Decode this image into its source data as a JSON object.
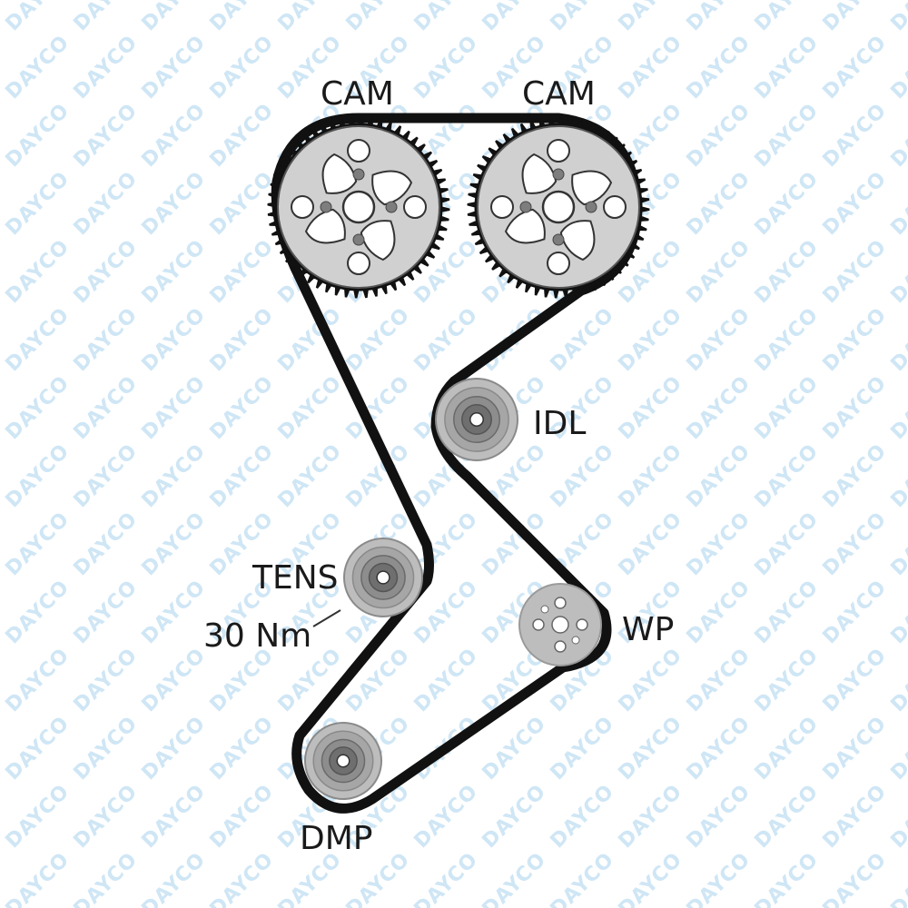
{
  "watermark": {
    "text": "DAYCO",
    "color": "#cfe6f5"
  },
  "colors": {
    "belt": "#111111",
    "sprocket_fill": "#cccccc",
    "pulley_outer": "#bdbdbd",
    "pulley_mid": "#9a9a9a",
    "pulley_inner": "#6f6f6f",
    "hub": "#8a8a8a"
  },
  "components": {
    "cam_left": {
      "label": "CAM",
      "icon": "cam-sprocket-icon"
    },
    "cam_right": {
      "label": "CAM",
      "icon": "cam-sprocket-icon"
    },
    "idler": {
      "label": "IDL",
      "icon": "idler-pulley-icon"
    },
    "tensioner": {
      "label": "TENS",
      "icon": "tensioner-pulley-icon",
      "torque": "30 Nm"
    },
    "water_pump": {
      "label": "WP",
      "icon": "water-pump-pulley-icon"
    },
    "damper": {
      "label": "DMP",
      "icon": "crank-damper-pulley-icon"
    }
  }
}
